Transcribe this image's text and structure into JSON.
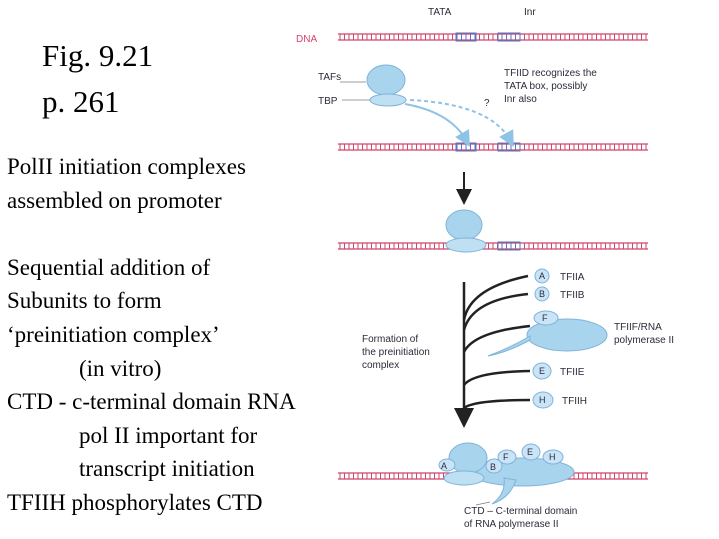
{
  "slide": {
    "fig_line1": "Fig. 9.21",
    "fig_line2": "p. 261",
    "body_lines": [
      "PolII initiation complexes",
      "assembled on promoter",
      "",
      "Sequential addition of",
      "Subunits to form",
      "‘preinitiation complex’",
      "(in vitro)",
      "CTD - c-terminal domain RNA",
      "pol II important for",
      "transcript initiation",
      "TFIIH phosphorylates CTD"
    ]
  },
  "diagram": {
    "tata_label": "TATA",
    "inr_label": "Inr",
    "dna_label": "DNA",
    "tafs_label": "TAFs",
    "tbp_label": "TBP",
    "tfiid_note": [
      "TFIID recognizes the",
      "TATA box, possibly",
      "Inr also"
    ],
    "question_mark": "?",
    "formation_label": [
      "Formation of",
      "the preinitiation",
      "complex"
    ],
    "factors": [
      {
        "letter": "A",
        "name": "TFIIA"
      },
      {
        "letter": "B",
        "name": "TFIIB"
      },
      {
        "letter": "F",
        "name": "TFIIF/RNA"
      },
      {
        "letter": "E",
        "name": "TFIIE"
      },
      {
        "letter": "H",
        "name": "TFIIH"
      }
    ],
    "polymerase_line2": "polymerase II",
    "complex_letters": [
      "A",
      "B",
      "F",
      "E",
      "H"
    ],
    "ctd_label": [
      "CTD – C-terminal domain",
      "of RNA polymerase II"
    ],
    "colors": {
      "dna": "#d1456b",
      "promoter": "#4f79c9",
      "protein": "#a9d4ee",
      "protein_edge": "#7fb3d9"
    }
  }
}
